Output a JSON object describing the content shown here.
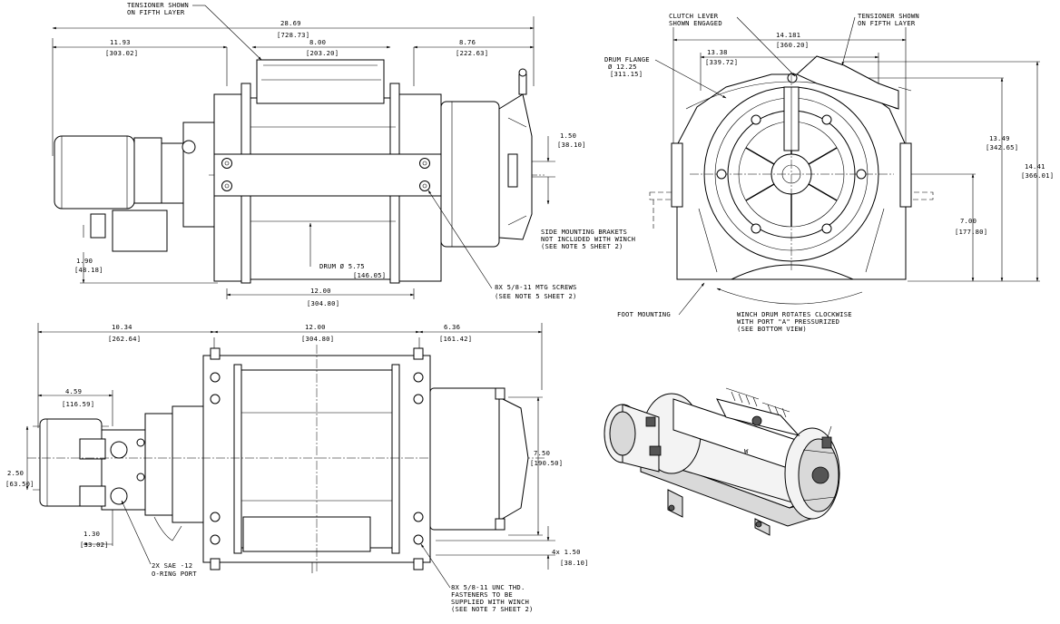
{
  "top_view": {
    "tensioner_note": [
      "TENSIONER SHOWN",
      "ON FIFTH LAYER"
    ],
    "overall_width": [
      "28.69",
      "[728.73]"
    ],
    "left_to_drum": [
      "11.93",
      "[303.02]"
    ],
    "drum_span": [
      "8.00",
      "[203.20]"
    ],
    "right_offset": [
      "8.76",
      "[222.63]"
    ],
    "right_height": [
      "1.50",
      "[38.10]"
    ],
    "left_height": [
      "1.90",
      "[48.18]"
    ],
    "drum_dia": [
      "DRUM Ø 5.75",
      "[146.05]"
    ],
    "mount_spacing": [
      "12.00",
      "[304.80]"
    ],
    "screws_note": [
      "8X 5/8-11 MTG SCREWS",
      "(SEE NOTE 5 SHEET 2)"
    ]
  },
  "end_view": {
    "clutch_note": [
      "CLUTCH LEVER",
      "SHOWN ENGAGED"
    ],
    "tensioner_note": [
      "TENSIONER SHOWN",
      "ON FIFTH LAYER"
    ],
    "overall_width": [
      "14.181",
      "[360.20]"
    ],
    "flange_width": [
      "13.38",
      "[339.72]"
    ],
    "drum_flange": [
      "DRUM FLANGE",
      "Ø 12.25",
      "[311.15]"
    ],
    "height_mid": [
      "13.49",
      "[342.65]"
    ],
    "height_total": [
      "14.41",
      "[366.01]"
    ],
    "height_center": [
      "7.00",
      "[177.80]"
    ],
    "side_bracket_note": [
      "SIDE MOUNTING BRAKETS",
      "NOT INCLUDED WITH WINCH",
      "(SEE NOTE 5 SHEET 2)"
    ],
    "foot_mounting": "FOOT MOUNTING",
    "rotation_note": [
      "WINCH DRUM ROTATES CLOCKWISE",
      "WITH PORT \"A\" PRESSURIZED",
      "(SEE BOTTOM VIEW)"
    ]
  },
  "bottom_view": {
    "left_to_mount": [
      "10.34",
      "[262.64]"
    ],
    "mount_spacing": [
      "12.00",
      "[304.80]"
    ],
    "right_offset": [
      "6.36",
      "[161.42]"
    ],
    "motor_offset": [
      "4.59",
      "[116.59]"
    ],
    "port_spacing": [
      "2.50",
      "[63.50]"
    ],
    "port_offset": [
      "1.30",
      "[33.02]"
    ],
    "port_note": [
      "2X SAE -12",
      "O-RING PORT"
    ],
    "foot_depth": [
      "7.50",
      "[190.50]"
    ],
    "foot_edge": [
      "4x 1.50",
      "[38.10]"
    ],
    "fastener_note": [
      "8X 5/8-11 UNC THD.",
      "FASTENERS TO BE",
      "SUPPLIED WITH WINCH",
      "(SEE NOTE 7 SHEET 2)"
    ]
  },
  "logo": {
    "text": "W",
    "color": "#222222"
  },
  "colors": {
    "ink": "#000000",
    "paper": "#ffffff",
    "shade": "#d9d9d9"
  }
}
